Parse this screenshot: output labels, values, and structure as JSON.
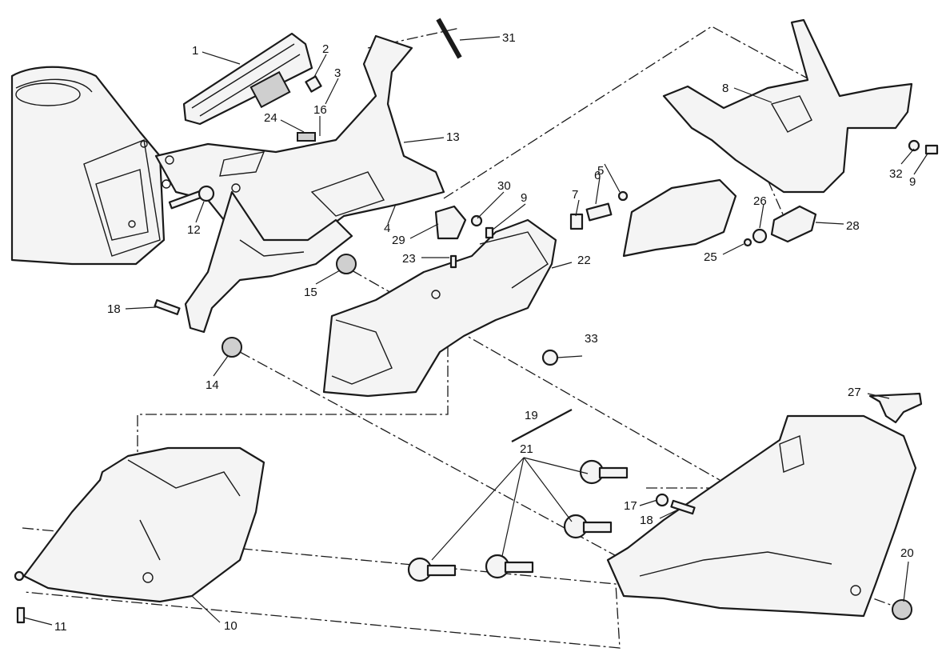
{
  "callouts": [
    {
      "id": "c1",
      "label": "1"
    },
    {
      "id": "c2",
      "label": "2"
    },
    {
      "id": "c3",
      "label": "3"
    },
    {
      "id": "c4",
      "label": "4"
    },
    {
      "id": "c5",
      "label": "5"
    },
    {
      "id": "c6",
      "label": "6"
    },
    {
      "id": "c7",
      "label": "7"
    },
    {
      "id": "c8",
      "label": "8"
    },
    {
      "id": "c9a",
      "label": "9"
    },
    {
      "id": "c9b",
      "label": "9"
    },
    {
      "id": "c10",
      "label": "10"
    },
    {
      "id": "c11",
      "label": "11"
    },
    {
      "id": "c12",
      "label": "12"
    },
    {
      "id": "c13",
      "label": "13"
    },
    {
      "id": "c14",
      "label": "14"
    },
    {
      "id": "c15",
      "label": "15"
    },
    {
      "id": "c16",
      "label": "16"
    },
    {
      "id": "c17",
      "label": "17"
    },
    {
      "id": "c18a",
      "label": "18"
    },
    {
      "id": "c18b",
      "label": "18"
    },
    {
      "id": "c19",
      "label": "19"
    },
    {
      "id": "c20",
      "label": "20"
    },
    {
      "id": "c21",
      "label": "21"
    },
    {
      "id": "c22",
      "label": "22"
    },
    {
      "id": "c23",
      "label": "23"
    },
    {
      "id": "c24",
      "label": "24"
    },
    {
      "id": "c25",
      "label": "25"
    },
    {
      "id": "c26",
      "label": "26"
    },
    {
      "id": "c27",
      "label": "27"
    },
    {
      "id": "c28",
      "label": "28"
    },
    {
      "id": "c29",
      "label": "29"
    },
    {
      "id": "c30",
      "label": "30"
    },
    {
      "id": "c31",
      "label": "31"
    },
    {
      "id": "c32",
      "label": "32"
    },
    {
      "id": "c33",
      "label": "33"
    }
  ],
  "colors": {
    "line": "#1a1a1a",
    "part_fill": "#f4f4f4",
    "background": "#ffffff"
  }
}
